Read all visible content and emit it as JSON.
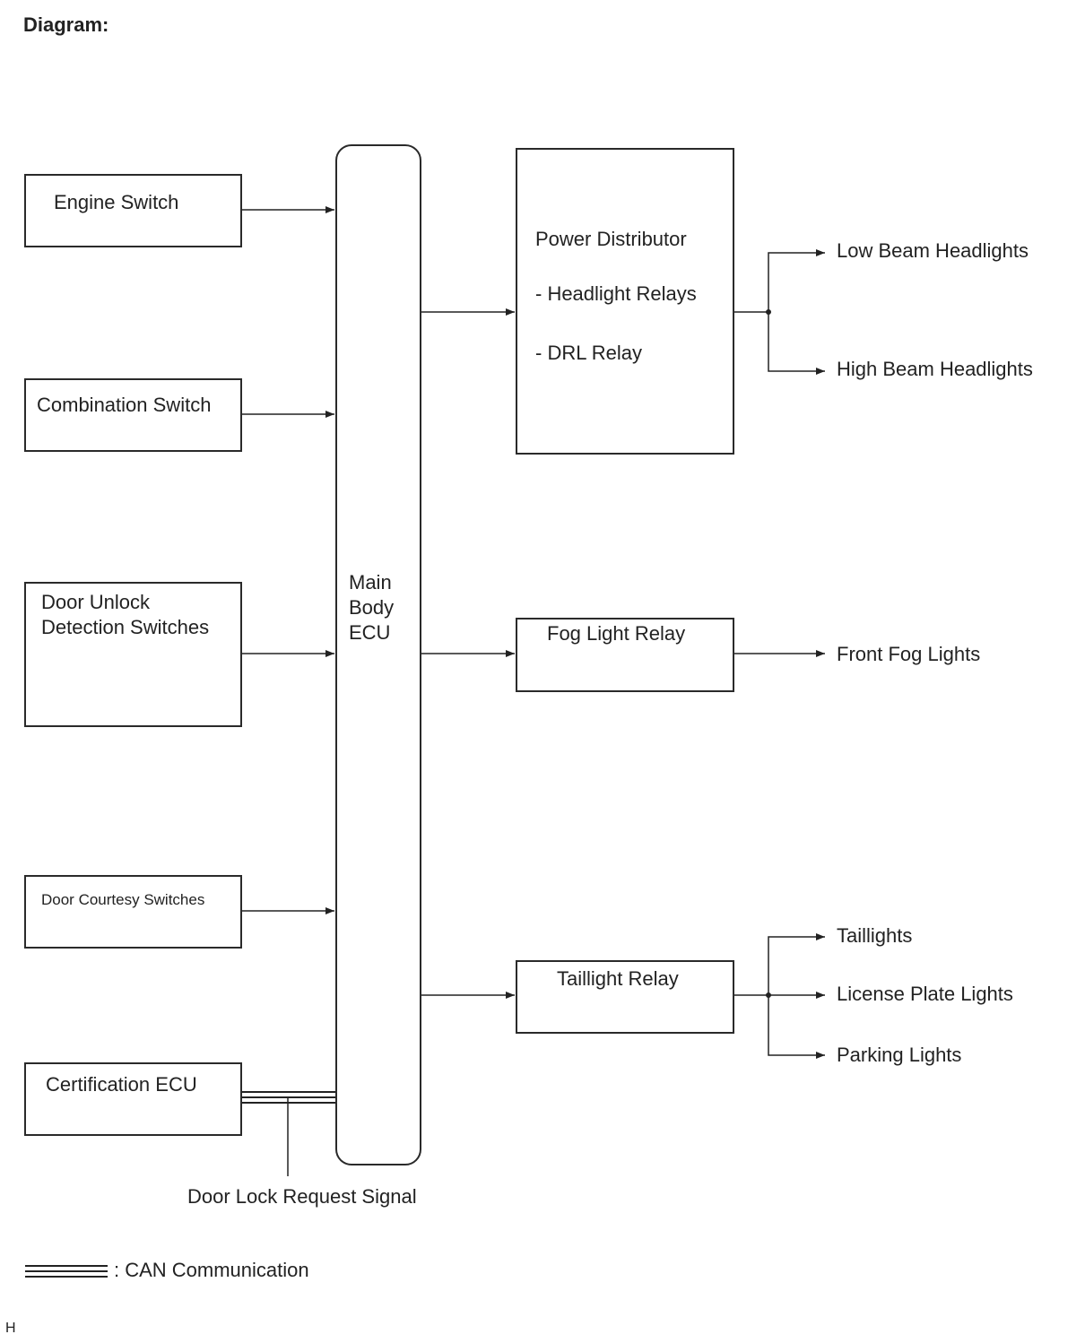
{
  "heading": "Diagram:",
  "inputs": {
    "engine_switch": "Engine Switch",
    "combination_switch": "Combination Switch",
    "door_unlock_line1": "Door Unlock",
    "door_unlock_line2": "Detection Switches",
    "door_courtesy": "Door Courtesy Switches",
    "certification_ecu": "Certification ECU"
  },
  "ecu": {
    "line1": "Main",
    "line2": "Body",
    "line3": "ECU"
  },
  "power_distributor": {
    "title": "Power Distributor",
    "item1": "- Headlight Relays",
    "item2": "- DRL Relay"
  },
  "fog_relay": "Fog Light Relay",
  "taillight_relay": "Taillight Relay",
  "outputs": {
    "low_beam": "Low Beam Headlights",
    "high_beam": "High Beam Headlights",
    "front_fog": "Front Fog Lights",
    "taillights": "Taillights",
    "license_plate": "License Plate Lights",
    "parking": "Parking Lights"
  },
  "door_lock_signal": "Door Lock Request Signal",
  "legend": {
    "can_label": ": CAN Communication"
  },
  "footer_mark": "H"
}
